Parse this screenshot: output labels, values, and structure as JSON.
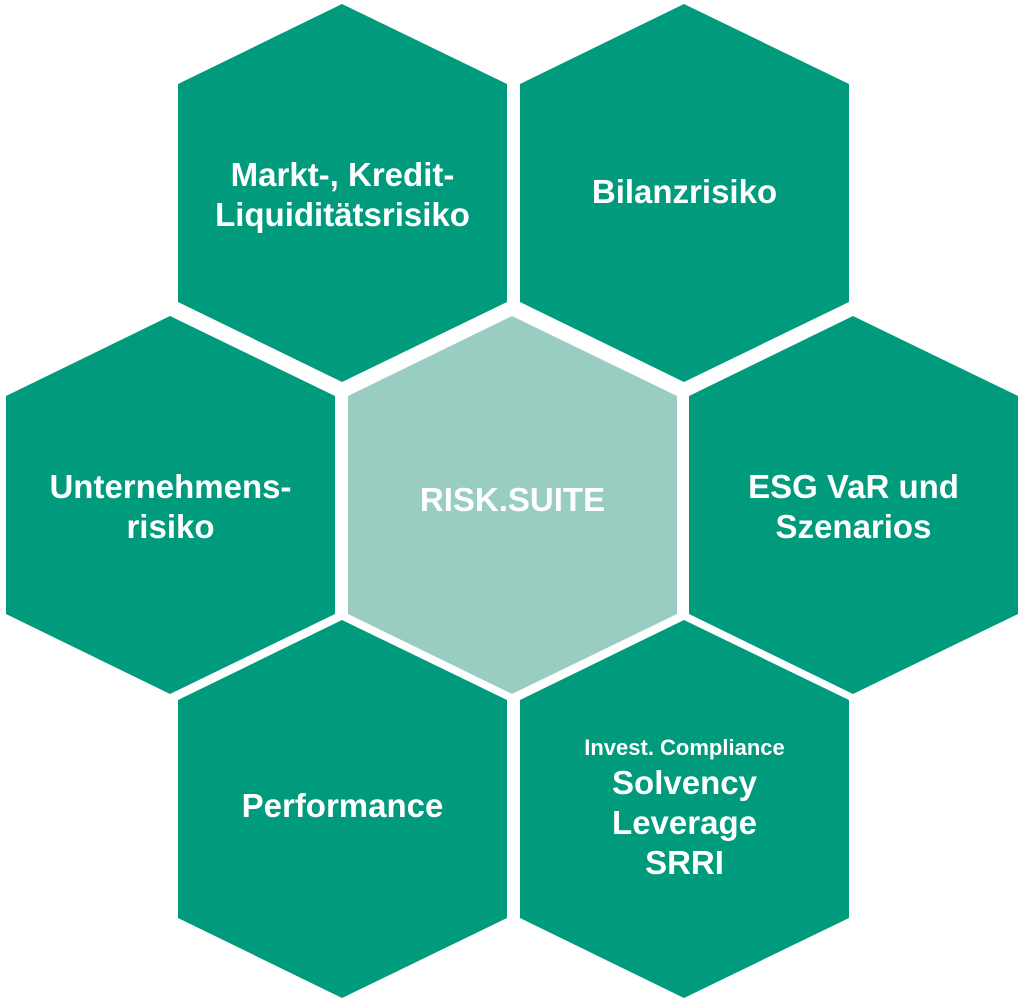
{
  "colors": {
    "outer": "#009a7c",
    "center": "#9acdc1",
    "text": "#ffffff"
  },
  "hexagons": {
    "top_left": {
      "line1": "Markt-, Kredit-",
      "line2": "Liquiditätsrisiko"
    },
    "top_right": {
      "line1": "Bilanzrisiko"
    },
    "left": {
      "line1": "Unternehmens-",
      "line2": "risiko"
    },
    "center": {
      "line1": "RISK.SUITE"
    },
    "right": {
      "line1": "ESG VaR und",
      "line2": "Szenarios"
    },
    "bottom_left": {
      "line1": "Performance"
    },
    "bottom_right": {
      "line1": "Invest. Compliance",
      "line2": "Solvency",
      "line3": "Leverage",
      "line4": "SRRI"
    }
  }
}
